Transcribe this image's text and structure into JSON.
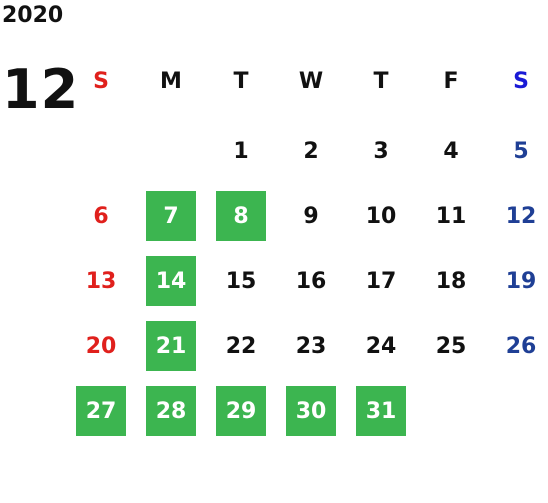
{
  "calendar": {
    "year": "2020",
    "month": "12",
    "weekdays": [
      {
        "label": "S",
        "color": "#e0201c"
      },
      {
        "label": "M",
        "color": "#111111"
      },
      {
        "label": "T",
        "color": "#111111"
      },
      {
        "label": "W",
        "color": "#111111"
      },
      {
        "label": "T",
        "color": "#111111"
      },
      {
        "label": "F",
        "color": "#111111"
      },
      {
        "label": "S",
        "color": "#1a1ad6"
      }
    ],
    "first_weekday_index": 2,
    "days": [
      {
        "d": "1",
        "hl": false
      },
      {
        "d": "2",
        "hl": false
      },
      {
        "d": "3",
        "hl": false
      },
      {
        "d": "4",
        "hl": false
      },
      {
        "d": "5",
        "hl": false
      },
      {
        "d": "6",
        "hl": false
      },
      {
        "d": "7",
        "hl": true
      },
      {
        "d": "8",
        "hl": true
      },
      {
        "d": "9",
        "hl": false
      },
      {
        "d": "10",
        "hl": false
      },
      {
        "d": "11",
        "hl": false
      },
      {
        "d": "12",
        "hl": false
      },
      {
        "d": "13",
        "hl": false
      },
      {
        "d": "14",
        "hl": true
      },
      {
        "d": "15",
        "hl": false
      },
      {
        "d": "16",
        "hl": false
      },
      {
        "d": "17",
        "hl": false
      },
      {
        "d": "18",
        "hl": false
      },
      {
        "d": "19",
        "hl": false
      },
      {
        "d": "20",
        "hl": false
      },
      {
        "d": "21",
        "hl": true
      },
      {
        "d": "22",
        "hl": false
      },
      {
        "d": "23",
        "hl": false
      },
      {
        "d": "24",
        "hl": false
      },
      {
        "d": "25",
        "hl": false
      },
      {
        "d": "26",
        "hl": false
      },
      {
        "d": "27",
        "hl": true
      },
      {
        "d": "28",
        "hl": true
      },
      {
        "d": "29",
        "hl": true
      },
      {
        "d": "30",
        "hl": true
      },
      {
        "d": "31",
        "hl": true
      }
    ],
    "colors": {
      "highlight_bg": "#3cb550",
      "sunday": "#e0201c",
      "saturday": "#1f3f95"
    }
  }
}
